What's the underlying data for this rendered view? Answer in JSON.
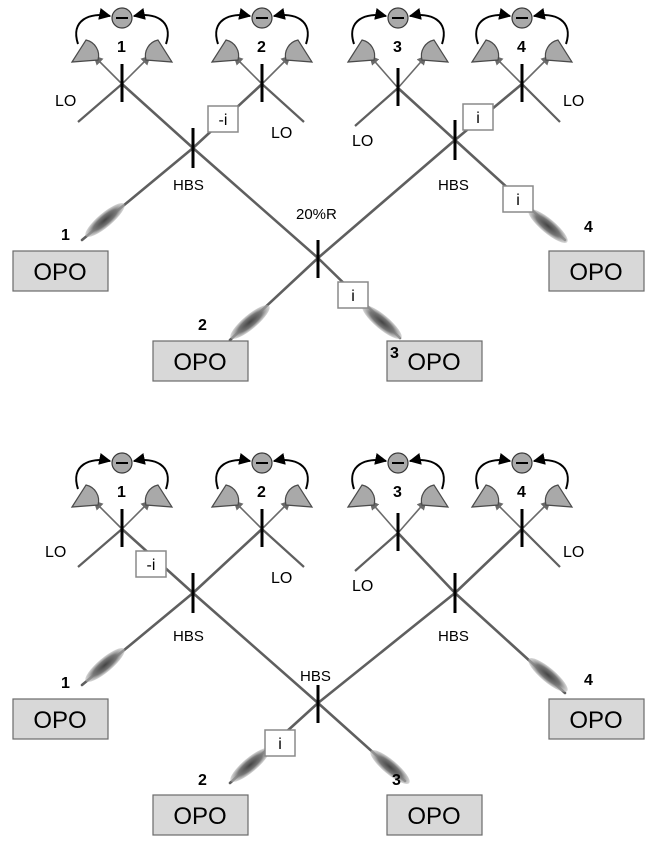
{
  "top": {
    "opo_labels": [
      "OPO",
      "OPO",
      "OPO",
      "OPO"
    ],
    "mode_numbers": [
      "1",
      "2",
      "3",
      "4"
    ],
    "detector_numbers": [
      "1",
      "2",
      "3",
      "4"
    ],
    "lo_labels": [
      "LO",
      "LO",
      "LO",
      "LO"
    ],
    "hbs_labels": [
      "HBS",
      "HBS"
    ],
    "center_bs_label": "20%R",
    "phase_labels": [
      "-i",
      "i",
      "i",
      "i"
    ],
    "minus_symbol": "–"
  },
  "bottom": {
    "opo_labels": [
      "OPO",
      "OPO",
      "OPO",
      "OPO"
    ],
    "mode_numbers": [
      "1",
      "2",
      "3",
      "4"
    ],
    "detector_numbers": [
      "1",
      "2",
      "3",
      "4"
    ],
    "lo_labels": [
      "LO",
      "LO",
      "LO",
      "LO"
    ],
    "hbs_labels": [
      "HBS",
      "HBS",
      "HBS"
    ],
    "phase_labels": [
      "-i",
      "i"
    ],
    "minus_symbol": "–"
  }
}
